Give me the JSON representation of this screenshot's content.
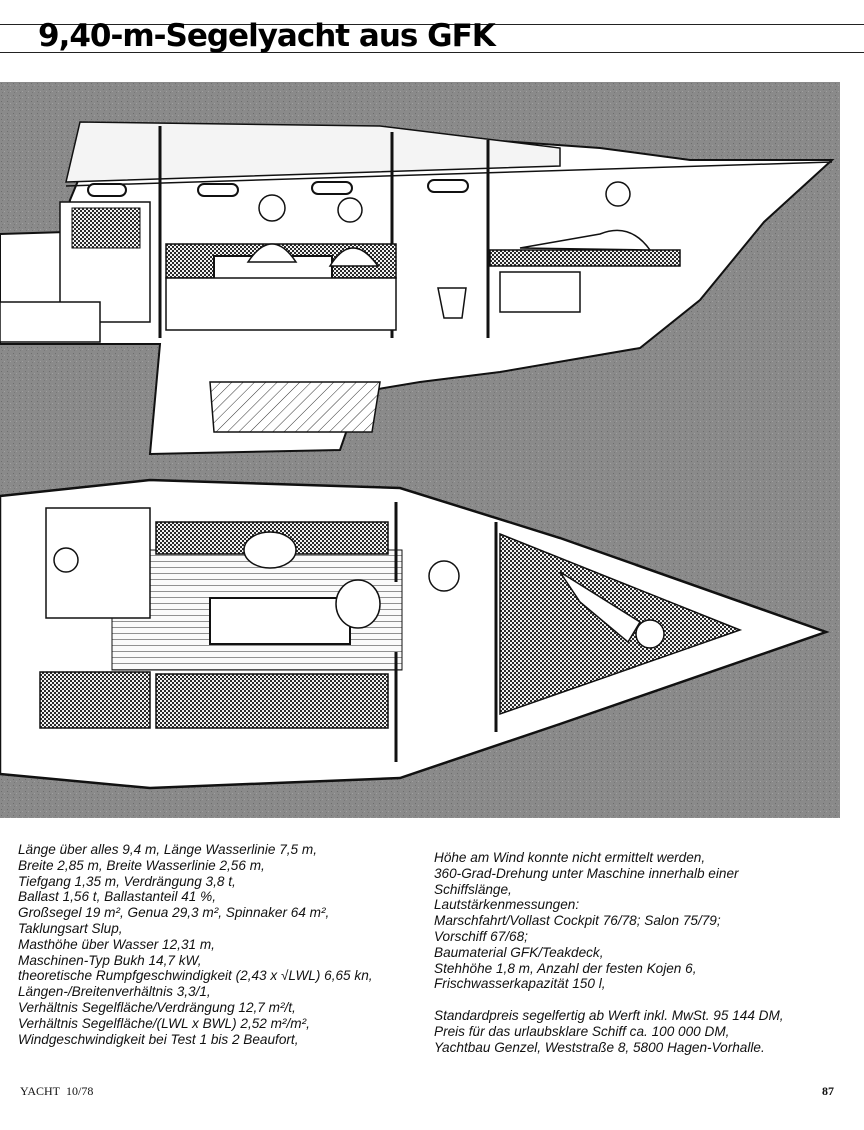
{
  "headline": "9,40-m-Segelyacht aus GFK",
  "specs_left": [
    "Länge über alles 9,4 m, Länge Wasserlinie 7,5 m,",
    "Breite 2,85 m, Breite Wasserlinie 2,56 m,",
    "Tiefgang 1,35 m, Verdrängung 3,8 t,",
    "Ballast 1,56 t, Ballastanteil 41 %,",
    "Großsegel 19 m², Genua 29,3 m², Spinnaker 64 m²,",
    "Taklungsart Slup,",
    "Masthöhe über Wasser 12,31 m,",
    "Maschinen-Typ Bukh 14,7 kW,",
    "theoretische Rumpfgeschwindigkeit (2,43 x √LWL) 6,65 kn,",
    "Längen-/Breitenverhältnis 3,3/1,",
    "Verhältnis Segelfläche/Verdrängung 12,7 m²/t,",
    "Verhältnis Segelfläche/(LWL x BWL) 2,52 m²/m²,",
    "Windgeschwindigkeit bei Test 1 bis 2 Beaufort,"
  ],
  "specs_right": [
    "Höhe am Wind konnte nicht ermittelt werden,",
    "360-Grad-Drehung unter Maschine innerhalb einer",
    "Schiffslänge,",
    "Lautstärkenmessungen:",
    "Marschfahrt/Vollast Cockpit 76/78; Salon 75/79;",
    "Vorschiff 67/68;",
    "Baumaterial GFK/Teakdeck,",
    "Stehhöhe 1,8 m, Anzahl der festen Kojen 6,",
    "Frischwasserkapazität 150 l,",
    "",
    "Standardpreis segelfertig ab Werft inkl. MwSt. 95 144 DM,",
    "Preis für das urlaubsklare Schiff ca. 100 000 DM,",
    "Yachtbau Genzel, Weststraße 8, 5800 Hagen-Vorhalle."
  ],
  "footer": {
    "magazine": "YACHT",
    "issue": "10/78",
    "page_number": "87"
  },
  "colors": {
    "background_gray": "#8a8a8a",
    "ink": "#111111",
    "upholstery": "#3a3a3a",
    "paper": "#ffffff"
  }
}
